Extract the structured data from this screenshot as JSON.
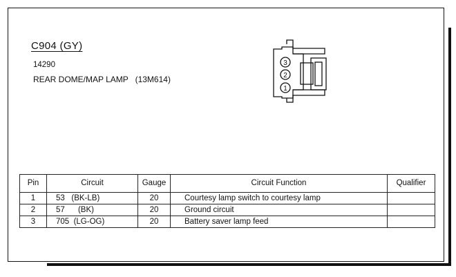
{
  "connector": {
    "id": "C904  (GY)",
    "part_number": "14290",
    "description": "REAR DOME/MAP LAMP   (13M614)",
    "pin_labels": [
      "3",
      "2",
      "1"
    ]
  },
  "table": {
    "headers": {
      "pin": "Pin",
      "circuit": "Circuit",
      "gauge": "Gauge",
      "function": "Circuit Function",
      "qualifier": "Qualifier"
    },
    "rows": [
      {
        "pin": "1",
        "circuit": "53   (BK-LB)",
        "gauge": "20",
        "function": "Courtesy lamp switch to courtesy lamp",
        "qualifier": ""
      },
      {
        "pin": "2",
        "circuit": "57      (BK)",
        "gauge": "20",
        "function": "Ground circuit",
        "qualifier": ""
      },
      {
        "pin": "3",
        "circuit": "705  (LG-OG)",
        "gauge": "20",
        "function": "Battery saver lamp feed",
        "qualifier": ""
      }
    ]
  }
}
